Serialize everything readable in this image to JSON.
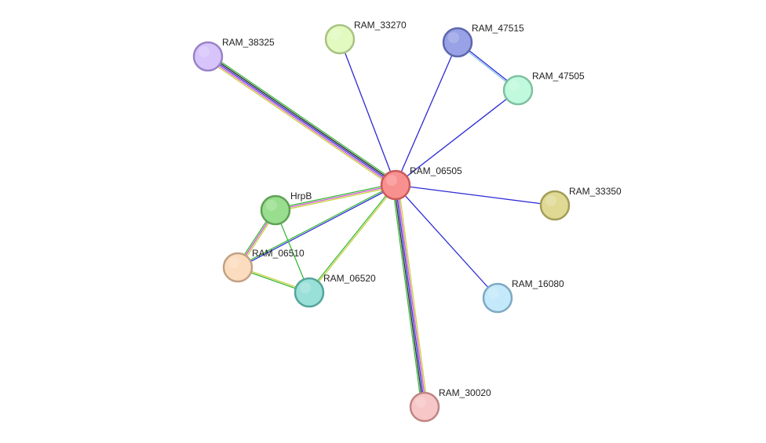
{
  "network": {
    "nodes": [
      {
        "id": "RAM_06505",
        "label": "RAM_06505",
        "fill": "#f99090",
        "stroke": "#c95a5a"
      },
      {
        "id": "RAM_38325",
        "label": "RAM_38325",
        "fill": "#d7c4fa",
        "stroke": "#9a82c8"
      },
      {
        "id": "RAM_33270",
        "label": "RAM_33270",
        "fill": "#e2f9bf",
        "stroke": "#a7c382"
      },
      {
        "id": "RAM_47515",
        "label": "RAM_47515",
        "fill": "#99a2e6",
        "stroke": "#5d67ad"
      },
      {
        "id": "RAM_47505",
        "label": "RAM_47505",
        "fill": "#c0f9dc",
        "stroke": "#7ec2a1"
      },
      {
        "id": "RAM_33350",
        "label": "RAM_33350",
        "fill": "#dfd994",
        "stroke": "#a29d58"
      },
      {
        "id": "HrpB",
        "label": "HrpB",
        "fill": "#99de8e",
        "stroke": "#5ea253"
      },
      {
        "id": "RAM_06510",
        "label": "RAM_06510",
        "fill": "#fcdcbe",
        "stroke": "#c2a184"
      },
      {
        "id": "RAM_06520",
        "label": "RAM_06520",
        "fill": "#99e0d8",
        "stroke": "#55a49b"
      },
      {
        "id": "RAM_16080",
        "label": "RAM_16080",
        "fill": "#c4e9fb",
        "stroke": "#7ea9c4"
      },
      {
        "id": "RAM_30020",
        "label": "RAM_30020",
        "fill": "#f7c6c6",
        "stroke": "#c08585"
      }
    ],
    "edges": [
      {
        "source": "RAM_06505",
        "target": "RAM_38325",
        "colors": [
          "#c8d13a",
          "#d254d2",
          "#2a2ad6",
          "#222222",
          "#3ab83a"
        ]
      },
      {
        "source": "RAM_06505",
        "target": "RAM_33270",
        "colors": [
          "#2a2ad6"
        ]
      },
      {
        "source": "RAM_06505",
        "target": "RAM_47515",
        "colors": [
          "#2a2ad6"
        ]
      },
      {
        "source": "RAM_06505",
        "target": "RAM_47505",
        "colors": [
          "#2a2ad6"
        ]
      },
      {
        "source": "RAM_47515",
        "target": "RAM_47505",
        "colors": [
          "#2a2ad6",
          "#7fbfe6"
        ]
      },
      {
        "source": "RAM_06505",
        "target": "RAM_33350",
        "colors": [
          "#2a2ad6"
        ]
      },
      {
        "source": "RAM_06505",
        "target": "RAM_16080",
        "colors": [
          "#2a2ad6"
        ]
      },
      {
        "source": "RAM_06505",
        "target": "RAM_30020",
        "colors": [
          "#c8d13a",
          "#d254d2",
          "#2a2ad6",
          "#222222",
          "#3ab83a"
        ]
      },
      {
        "source": "RAM_06505",
        "target": "HrpB",
        "colors": [
          "#c8d13a",
          "#d254d2",
          "#3ab83a"
        ]
      },
      {
        "source": "RAM_06505",
        "target": "RAM_06510",
        "colors": [
          "#2a2ad6",
          "#3ab83a"
        ]
      },
      {
        "source": "RAM_06505",
        "target": "RAM_06520",
        "colors": [
          "#c8d13a",
          "#3ab83a"
        ]
      },
      {
        "source": "HrpB",
        "target": "RAM_06510",
        "colors": [
          "#c8d13a",
          "#d254d2",
          "#3ab83a"
        ]
      },
      {
        "source": "HrpB",
        "target": "RAM_06520",
        "colors": [
          "#3ab83a"
        ]
      },
      {
        "source": "RAM_06510",
        "target": "RAM_06520",
        "colors": [
          "#c8d13a",
          "#3ab83a"
        ]
      }
    ]
  }
}
